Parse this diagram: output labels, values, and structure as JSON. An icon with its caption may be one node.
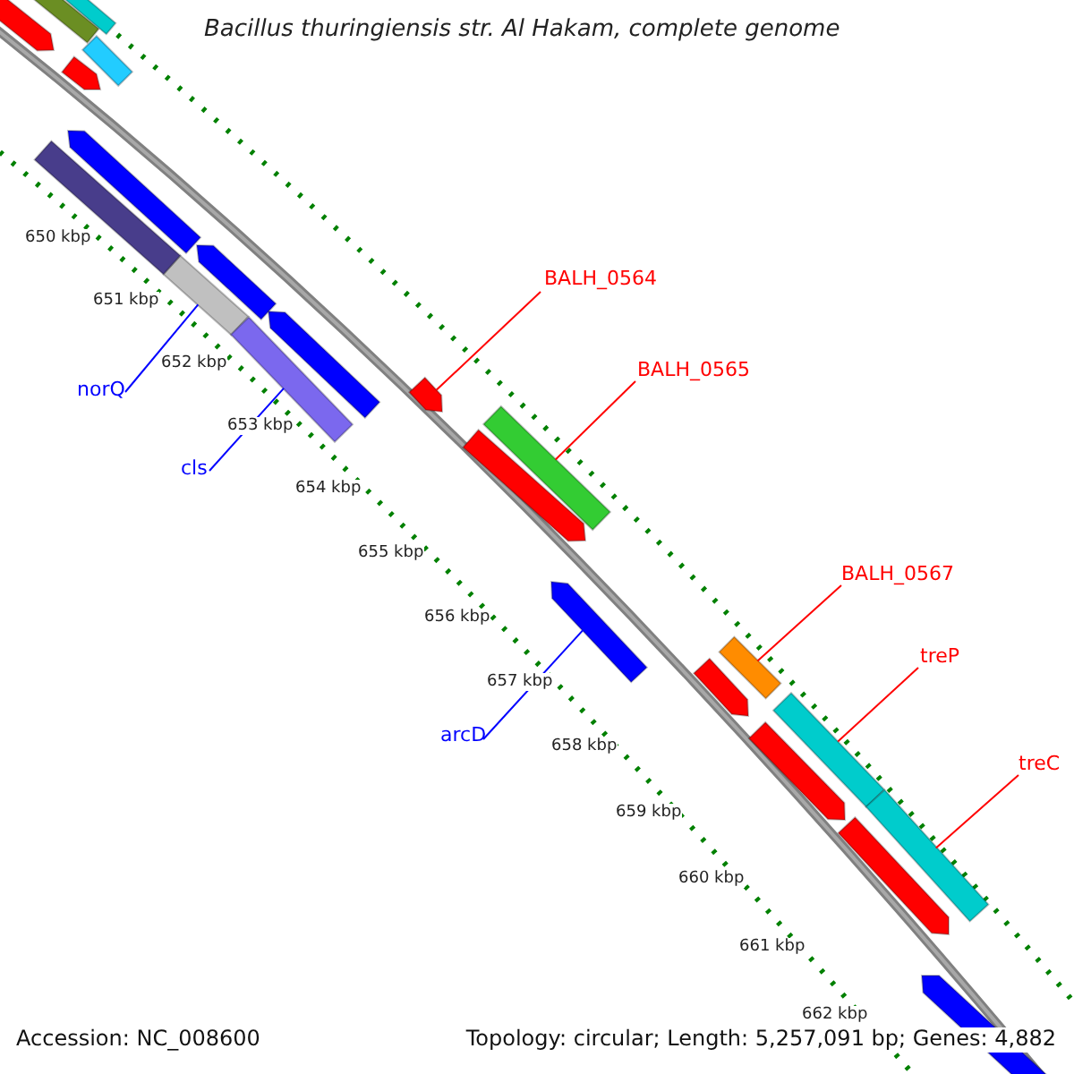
{
  "diagram": {
    "title": "Bacillus thuringiensis str. Al Hakam, complete genome",
    "nodes": [
      {
        "text": [
          "BALH_0564"
        ]
      },
      {
        "text": [],
        "shape": "bar"
      },
      {
        "text": [
          "BALH_0565"
        ]
      },
      {
        "text": [],
        "shape": "bar"
      },
      {
        "text": [
          "norQ"
        ]
      },
      {
        "text": [],
        "shape": "bar"
      },
      {
        "text": [
          "cls"
        ]
      },
      {
        "text": [],
        "shape": "bar"
      },
      {
        "text": [
          "BALH_0567"
        ]
      },
      {
        "text": [],
        "shape": "bar"
      },
      {
        "text": [
          "treP"
        ]
      },
      {
        "text": [],
        "shape": "bar"
      },
      {
        "text": [
          "treC"
        ]
      },
      {
        "text": [],
        "shape": "bar"
      },
      {
        "text": [
          "arcD"
        ]
      },
      {
        "text": [],
        "shape": "bar"
      },
      {
        "text": [],
        "shape": "bar"
      },
      {
        "text": [],
        "shape": "bar"
      },
      {
        "text": [],
        "shape": "bar"
      },
      {
        "text": [],
        "shape": "bar"
      },
      {
        "text": [],
        "shape": "bar"
      },
      {
        "text": [],
        "shape": "bar"
      },
      {
        "text": [],
        "shape": "bar"
      },
      {
        "text": [],
        "shape": "bar"
      },
      {
        "text": [],
        "shape": "bar"
      },
      {
        "text": [],
        "shape": "bar"
      },
      {
        "text": [],
        "shape": "bar"
      },
      {
        "text": [],
        "shape": "bar"
      },
      {
        "text": [],
        "shape": "bar"
      },
      {
        "text": [],
        "shape": "bar"
      }
    ],
    "edges": [
      {
        "from": 0,
        "to": 1,
        "arrow": "none"
      },
      {
        "from": 2,
        "to": 3,
        "arrow": "none"
      },
      {
        "from": 4,
        "to": 5,
        "arrow": "none",
        "color": "#0000ff"
      },
      {
        "from": 6,
        "to": 7,
        "arrow": "none",
        "color": "#0000ff"
      },
      {
        "from": 8,
        "to": 9,
        "arrow": "none"
      },
      {
        "from": 10,
        "to": 11,
        "arrow": "none"
      },
      {
        "from": 12,
        "to": 13,
        "arrow": "none"
      },
      {
        "from": 14,
        "to": 15,
        "arrow": "none",
        "color": "#0000ff"
      }
    ],
    "labels": [
      "650 kbp",
      "651 kbp",
      "652 kbp",
      "653 kbp",
      "654 kbp",
      "655 kbp",
      "656 kbp",
      "657 kbp",
      "658 kbp",
      "659 kbp",
      "660 kbp",
      "661 kbp",
      "662 kbp",
      "Accession: NC_008600",
      "Topology: circular; Length: 5,257,091 bp; Genes: 4,882"
    ]
  }
}
